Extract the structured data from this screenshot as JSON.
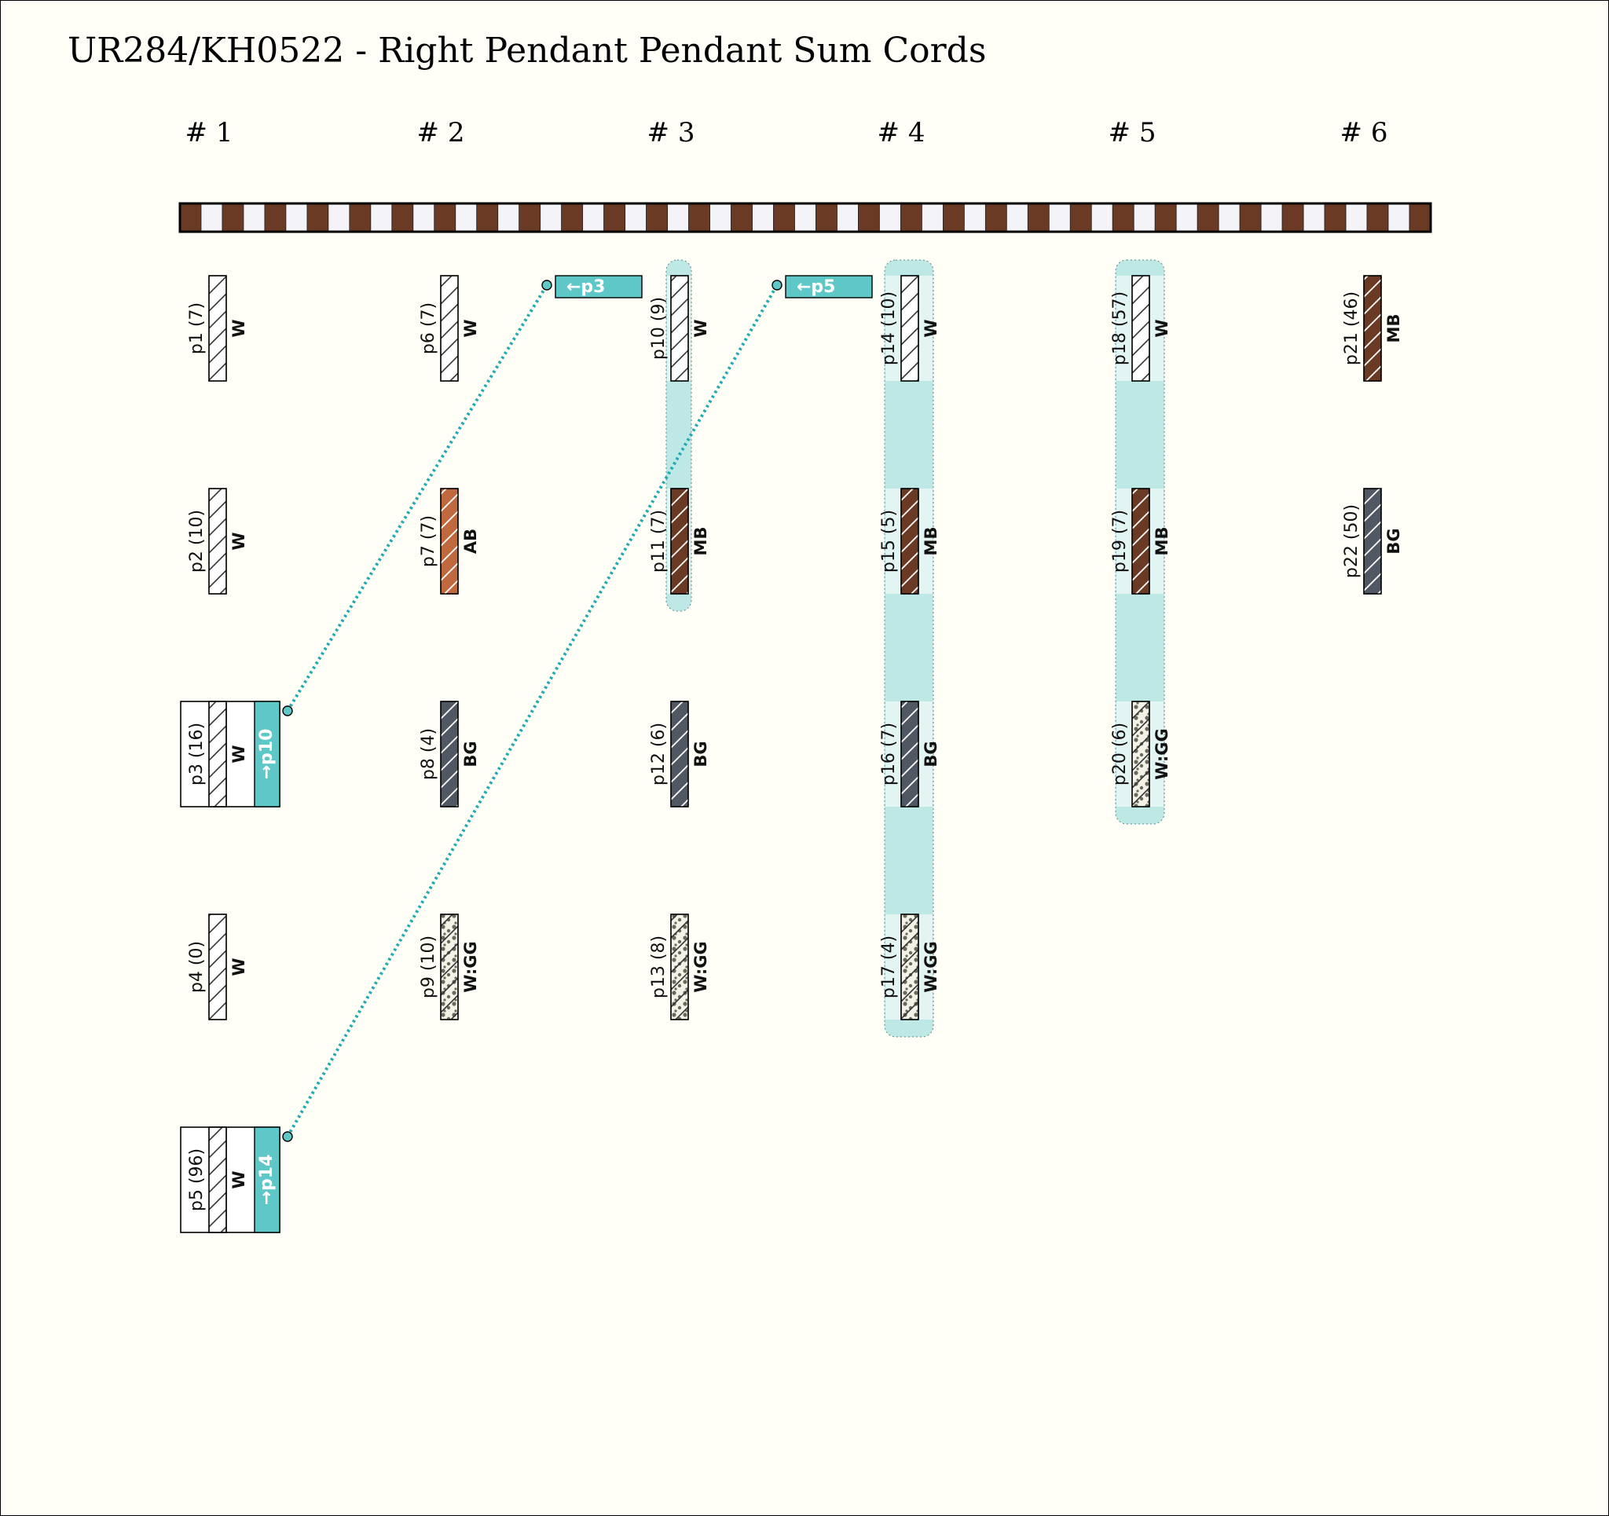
{
  "title": "UR284/KH0522 - Right Pendant Pendant Sum Cords",
  "groups": [
    "# 1",
    "# 2",
    "# 3",
    "# 4",
    "# 5",
    "# 6"
  ],
  "colors": {
    "W": "#ffffff",
    "AB": "#c0693e",
    "MB": "#6b3a24",
    "BG": "#4f5863",
    "W:GG": "#f4f1e6",
    "GG_spot": "#6a6a5a",
    "primary_brown": "#6b3a24",
    "primary_white": "#f4f4f8",
    "sum_highlight": "#5ec8c8",
    "sum_band": "#bde8e6",
    "sum_band_light": "#e3f5f2",
    "link_line": "#22aab2"
  },
  "cords": [
    {
      "id": "p1",
      "label": "p1 (7)",
      "color_code": "W",
      "group": 1,
      "row": 1
    },
    {
      "id": "p2",
      "label": "p2 (10)",
      "color_code": "W",
      "group": 1,
      "row": 2
    },
    {
      "id": "p3",
      "label": "p3 (16)",
      "color_code": "W",
      "group": 1,
      "row": 3,
      "sum_tag": "→p10"
    },
    {
      "id": "p4",
      "label": "p4 (0)",
      "color_code": "W",
      "group": 1,
      "row": 4
    },
    {
      "id": "p5",
      "label": "p5 (96)",
      "color_code": "W",
      "group": 1,
      "row": 5,
      "sum_tag": "→p14"
    },
    {
      "id": "p6",
      "label": "p6 (7)",
      "color_code": "W",
      "group": 2,
      "row": 1
    },
    {
      "id": "p7",
      "label": "p7 (7)",
      "color_code": "AB",
      "group": 2,
      "row": 2
    },
    {
      "id": "p8",
      "label": "p8 (4)",
      "color_code": "BG",
      "group": 2,
      "row": 3
    },
    {
      "id": "p9",
      "label": "p9 (10)",
      "color_code": "W:GG",
      "group": 2,
      "row": 4
    },
    {
      "id": "p10",
      "label": "p10 (9)",
      "color_code": "W",
      "group": 3,
      "row": 1,
      "sum_target": "←p3"
    },
    {
      "id": "p11",
      "label": "p11 (7)",
      "color_code": "MB",
      "group": 3,
      "row": 2
    },
    {
      "id": "p12",
      "label": "p12 (6)",
      "color_code": "BG",
      "group": 3,
      "row": 3
    },
    {
      "id": "p13",
      "label": "p13 (8)",
      "color_code": "W:GG",
      "group": 3,
      "row": 4
    },
    {
      "id": "p14",
      "label": "p14 (10)",
      "color_code": "W",
      "group": 4,
      "row": 1,
      "sum_target": "←p5"
    },
    {
      "id": "p15",
      "label": "p15 (5)",
      "color_code": "MB",
      "group": 4,
      "row": 2
    },
    {
      "id": "p16",
      "label": "p16 (7)",
      "color_code": "BG",
      "group": 4,
      "row": 3
    },
    {
      "id": "p17",
      "label": "p17 (4)",
      "color_code": "W:GG",
      "group": 4,
      "row": 4
    },
    {
      "id": "p18",
      "label": "p18 (57)",
      "color_code": "W",
      "group": 5,
      "row": 1
    },
    {
      "id": "p19",
      "label": "p19 (7)",
      "color_code": "MB",
      "group": 5,
      "row": 2
    },
    {
      "id": "p20",
      "label": "p20 (6)",
      "color_code": "W:GG",
      "group": 5,
      "row": 3
    },
    {
      "id": "p21",
      "label": "p21 (46)",
      "color_code": "MB",
      "group": 6,
      "row": 1
    },
    {
      "id": "p22",
      "label": "p22 (50)",
      "color_code": "BG",
      "group": 6,
      "row": 2
    }
  ],
  "sum_bands": [
    {
      "group": 3,
      "from_row": 1,
      "to_row": 2
    },
    {
      "group": 4,
      "from_row": 1,
      "to_row": 4
    },
    {
      "group": 5,
      "from_row": 1,
      "to_row": 3
    }
  ],
  "links": [
    {
      "from": "p3",
      "to": "p10"
    },
    {
      "from": "p5",
      "to": "p14"
    }
  ],
  "primary_cord": {
    "segments": 59
  }
}
